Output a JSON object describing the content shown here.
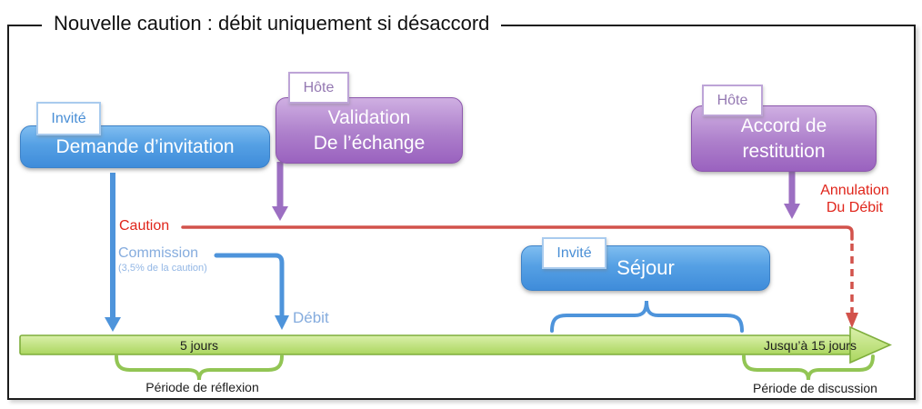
{
  "title": "Nouvelle caution : débit uniquement si désaccord",
  "boxes": {
    "demande": {
      "label": "Demande d’invitation",
      "tag": "Invité"
    },
    "validation": {
      "lines": [
        "Validation",
        "De l’échange"
      ],
      "tag": "Hôte"
    },
    "accord": {
      "lines": [
        "Accord de",
        "restitution"
      ],
      "tag": "Hôte"
    },
    "sejour": {
      "label": "Séjour",
      "tag": "Invité"
    }
  },
  "annotations": {
    "caution": "Caution",
    "commission": "Commission",
    "commission_detail": "(3,5% de la caution)",
    "debit": "Débit",
    "annulation": [
      "Annulation",
      "Du Débit"
    ]
  },
  "timeline": {
    "duration_left": "5 jours",
    "duration_right": "Jusqu’à 15 jours",
    "period_left": "Période de réflexion",
    "period_right": "Période de discussion"
  },
  "colors": {
    "invite_blue": "#4a8fd6",
    "hote_purple": "#9478b2",
    "box_blue": "#418edc",
    "box_purple": "#9c63bf",
    "timeline_green": "#a9d55f",
    "caution_red": "#e0251b",
    "line_red": "#d2524b",
    "arrow_blue": "#4e94db",
    "arrow_purple": "#9c6fc2",
    "light_blue_text": "#85acde",
    "brace_green": "#92c554"
  }
}
